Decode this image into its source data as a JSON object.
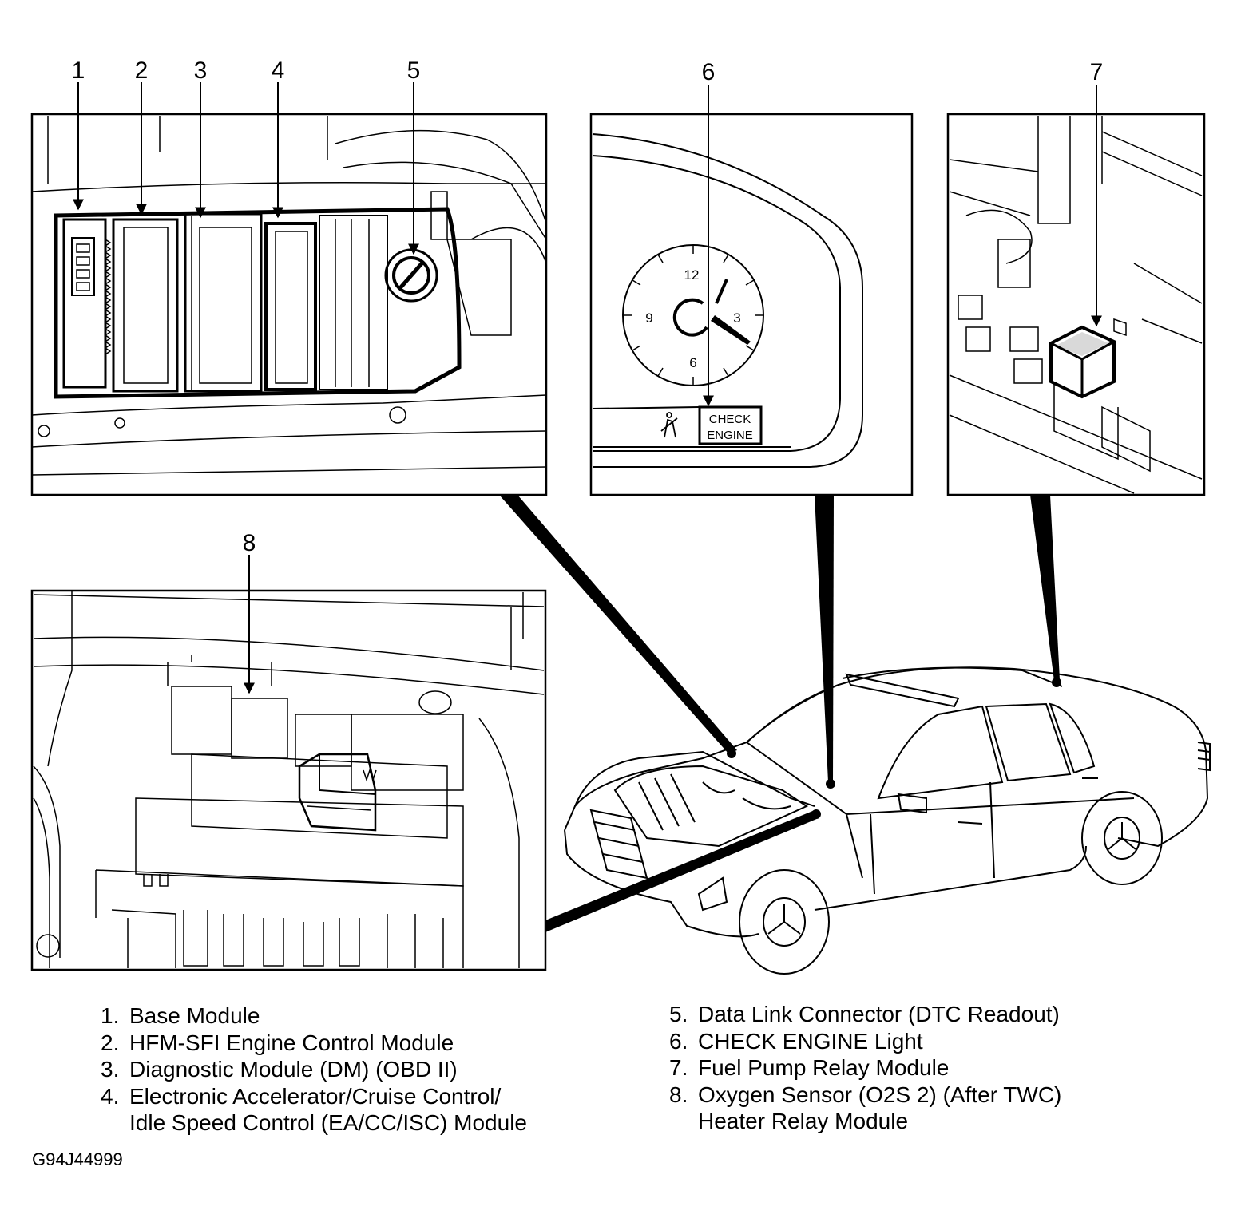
{
  "callouts": [
    "1",
    "2",
    "3",
    "4",
    "5",
    "6",
    "7",
    "8"
  ],
  "gauge_labels": {
    "twelve": "12",
    "three": "3",
    "six": "6",
    "nine": "9"
  },
  "warning_label": {
    "line1": "CHECK",
    "line2": "ENGINE"
  },
  "legend_left": [
    {
      "num": "1.",
      "text": "Base Module"
    },
    {
      "num": "2.",
      "text": "HFM-SFI Engine Control Module"
    },
    {
      "num": "3.",
      "text": "Diagnostic Module (DM) (OBD II)"
    },
    {
      "num": "4.",
      "text": "Electronic Accelerator/Cruise Control/\nIdle Speed Control (EA/CC/ISC) Module"
    }
  ],
  "legend_right": [
    {
      "num": "5.",
      "text": "Data Link Connector (DTC Readout)"
    },
    {
      "num": "6.",
      "text": "CHECK ENGINE Light"
    },
    {
      "num": "7.",
      "text": "Fuel Pump Relay Module"
    },
    {
      "num": "8.",
      "text": "Oxygen Sensor (O2S 2) (After TWC)\nHeater Relay Module"
    }
  ],
  "figure_id": "G94J44999"
}
